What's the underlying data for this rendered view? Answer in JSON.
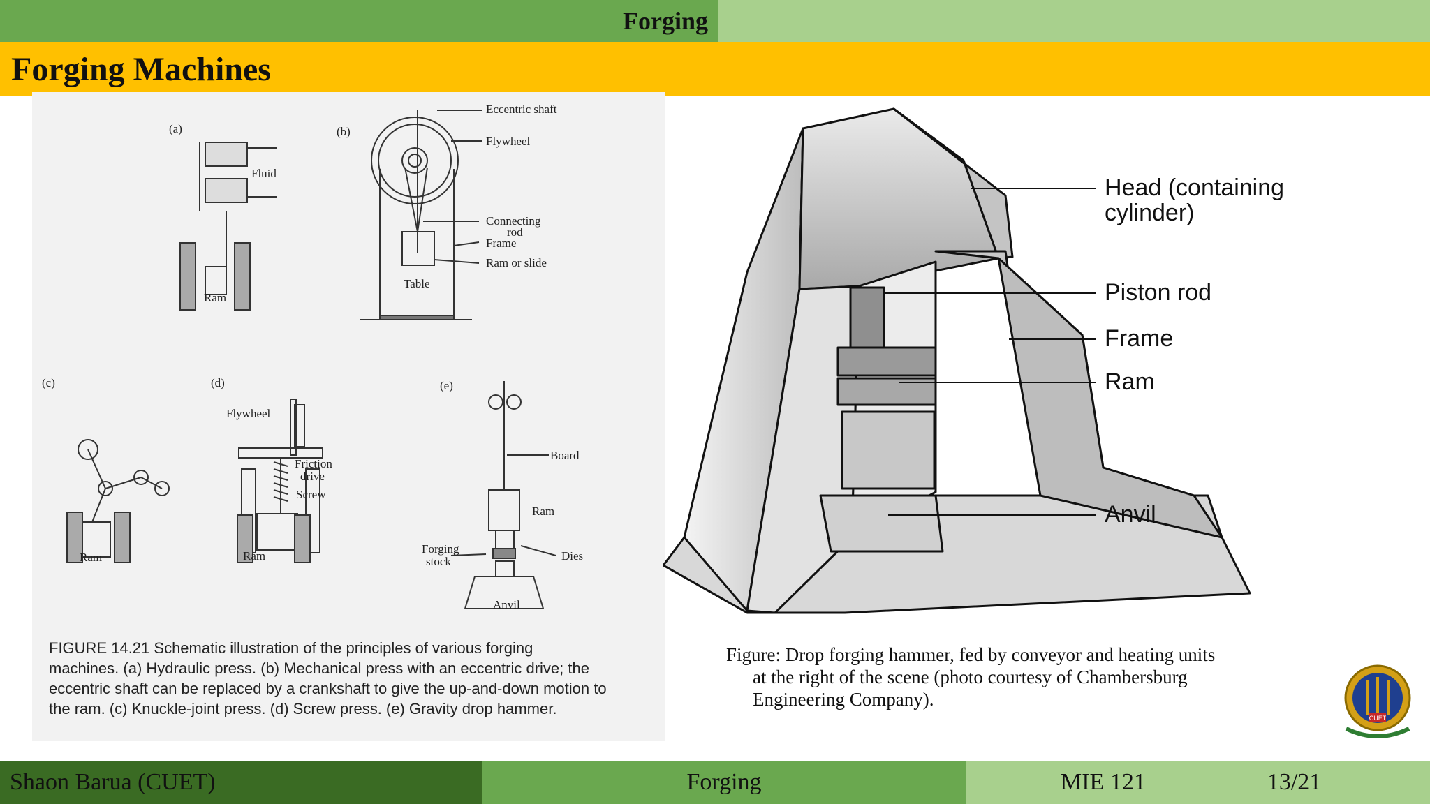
{
  "header": {
    "section": "Forging"
  },
  "slide": {
    "title": "Forging Machines"
  },
  "left_figure": {
    "panels": [
      "(a)",
      "(b)",
      "(c)",
      "(d)",
      "(e)"
    ],
    "labels": {
      "fluid": "Fluid",
      "ram_a": "Ram",
      "eccentric_shaft": "Eccentric shaft",
      "flywheel_b": "Flywheel",
      "connecting_rod_1": "Connecting",
      "connecting_rod_2": "rod",
      "frame_b": "Frame",
      "ram_or_slide": "Ram or slide",
      "table": "Table",
      "ram_c": "Ram",
      "flywheel_d": "Flywheel",
      "friction_drive_1": "Friction",
      "friction_drive_2": "drive",
      "screw": "Screw",
      "ram_d": "Ram",
      "board": "Board",
      "ram_e": "Ram",
      "forging_stock_1": "Forging",
      "forging_stock_2": "stock",
      "dies": "Dies",
      "anvil": "Anvil"
    },
    "caption_lines": [
      "FIGURE 14.21    Schematic illustration of the principles of various forging",
      "machines. (a) Hydraulic press. (b) Mechanical press with an eccentric drive; the",
      "eccentric shaft can be replaced by a crankshaft to give the up-and-down motion to",
      "the ram. (c) Knuckle-joint press. (d) Screw press. (e) Gravity drop hammer."
    ]
  },
  "right_figure": {
    "labels": {
      "head_1": "Head (containing",
      "head_2": "cylinder)",
      "piston_rod": "Piston rod",
      "frame": "Frame",
      "ram": "Ram",
      "anvil": "Anvil"
    },
    "caption_lines": [
      "Figure: Drop forging hammer, fed by conveyor and heating units",
      "at the right of the scene (photo courtesy of Chambersburg",
      "Engineering Company)."
    ]
  },
  "logo": {
    "text": "CUET"
  },
  "footer": {
    "author": "Shaon Barua (CUET)",
    "topic": "Forging",
    "course": "MIE 121",
    "page": "13/21"
  }
}
